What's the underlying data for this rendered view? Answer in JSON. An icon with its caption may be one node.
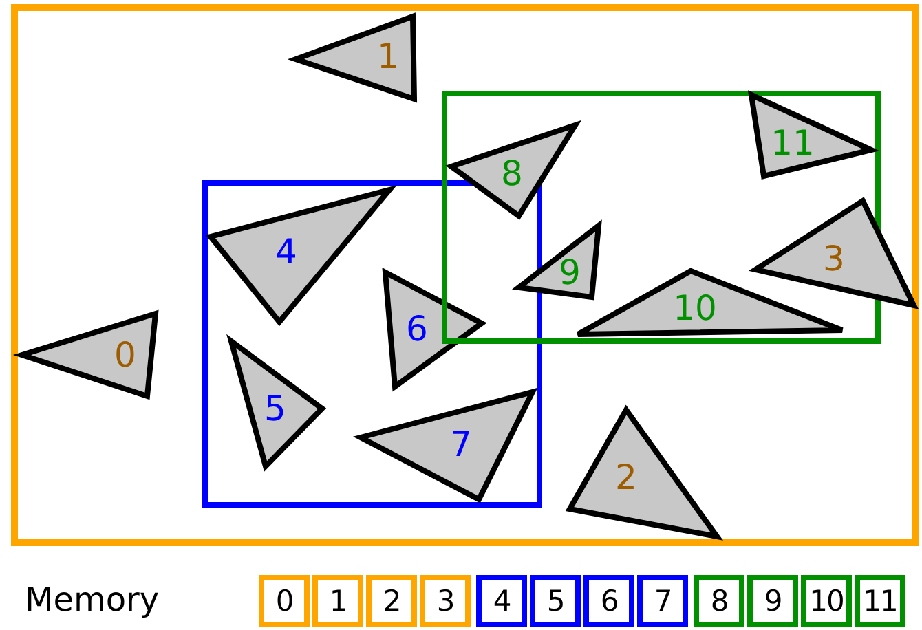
{
  "diagram": {
    "nodes": [
      {
        "text": [],
        "shape": "box"
      },
      {
        "text": [],
        "shape": "box",
        "in": 0
      },
      {
        "text": [],
        "shape": "box",
        "in": 0
      },
      {
        "text": [
          "0"
        ],
        "in": 0
      },
      {
        "text": [
          "1"
        ],
        "in": 0
      },
      {
        "text": [
          "2"
        ],
        "in": 0
      },
      {
        "text": [
          "3"
        ],
        "in": 0
      },
      {
        "text": [
          "4"
        ],
        "in": 1
      },
      {
        "text": [
          "5"
        ],
        "in": 1
      },
      {
        "text": [
          "6"
        ],
        "in": 1
      },
      {
        "text": [
          "7"
        ],
        "in": 1
      },
      {
        "text": [
          "8"
        ],
        "in": 2
      },
      {
        "text": [
          "9"
        ],
        "in": 2
      },
      {
        "text": [
          "10"
        ],
        "in": 2
      },
      {
        "text": [
          "11"
        ],
        "in": 2
      },
      {
        "text": [
          "0"
        ]
      },
      {
        "text": [
          "1"
        ]
      },
      {
        "text": [
          "2"
        ]
      },
      {
        "text": [
          "3"
        ]
      },
      {
        "text": [
          "4"
        ]
      },
      {
        "text": [
          "5"
        ]
      },
      {
        "text": [
          "6"
        ]
      },
      {
        "text": [
          "7"
        ]
      },
      {
        "text": [
          "8"
        ]
      },
      {
        "text": [
          "9"
        ]
      },
      {
        "text": [
          "10"
        ]
      },
      {
        "text": [
          "11"
        ]
      }
    ],
    "edges": [],
    "labels": [
      "Memory"
    ]
  }
}
